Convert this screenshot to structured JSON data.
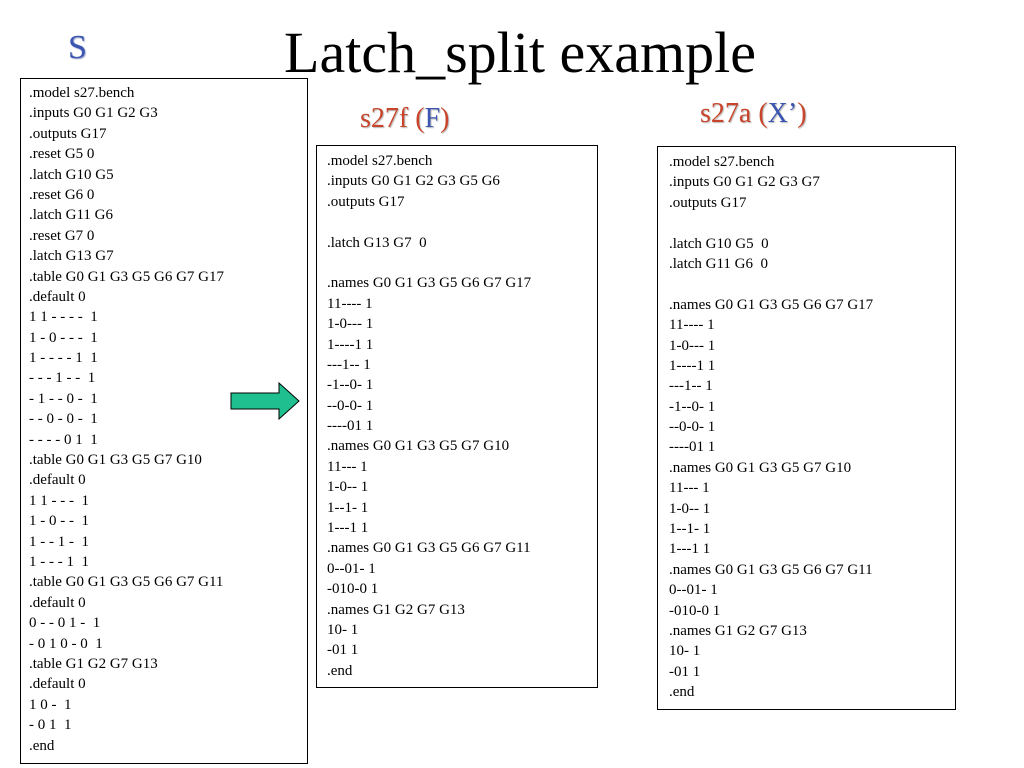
{
  "slide": {
    "title": "Latch_split example",
    "s_label": "S",
    "label_f": {
      "name": "s27f",
      "paren_open": "(",
      "letter": "F",
      "paren_close": ")"
    },
    "label_a": {
      "name": "s27a",
      "paren_open": "(",
      "letter": "X’",
      "paren_close": ")"
    }
  },
  "colors": {
    "label_red": "#c8442a",
    "label_blue": "#3b55b0",
    "arrow_fill": "#1fbf8f"
  },
  "icons": {
    "arrow": "right-arrow-icon"
  },
  "listing_s": [
    ".model s27.bench",
    ".inputs G0 G1 G2 G3",
    ".outputs G17",
    ".reset G5 0",
    ".latch G10 G5",
    ".reset G6 0",
    ".latch G11 G6",
    ".reset G7 0",
    ".latch G13 G7",
    ".table G0 G1 G3 G5 G6 G7 G17",
    ".default 0",
    "1 1 - - - -  1",
    "1 - 0 - - -  1",
    "1 - - - - 1  1",
    "- - - 1 - -  1",
    "- 1 - - 0 -  1",
    "- - 0 - 0 -  1",
    "- - - - 0 1  1",
    ".table G0 G1 G3 G5 G7 G10",
    ".default 0",
    "1 1 - - -  1",
    "1 - 0 - -  1",
    "1 - - 1 -  1",
    "1 - - - 1  1",
    ".table G0 G1 G3 G5 G6 G7 G11",
    ".default 0",
    "0 - - 0 1 -  1",
    "- 0 1 0 - 0  1",
    ".table G1 G2 G7 G13",
    ".default 0",
    "1 0 -  1",
    "- 0 1  1",
    ".end"
  ],
  "listing_f": [
    ".model s27.bench",
    ".inputs G0 G1 G2 G3 G5 G6",
    ".outputs G17",
    "",
    ".latch G13 G7  0",
    "",
    ".names G0 G1 G3 G5 G6 G7 G17",
    "11---- 1",
    "1-0--- 1",
    "1----1 1",
    "---1-- 1",
    "-1--0- 1",
    "--0-0- 1",
    "----01 1",
    ".names G0 G1 G3 G5 G7 G10",
    "11--- 1",
    "1-0-- 1",
    "1--1- 1",
    "1---1 1",
    ".names G0 G1 G3 G5 G6 G7 G11",
    "0--01- 1",
    "-010-0 1",
    ".names G1 G2 G7 G13",
    "10- 1",
    "-01 1",
    ".end"
  ],
  "listing_a": [
    ".model s27.bench",
    ".inputs G0 G1 G2 G3 G7",
    ".outputs G17",
    "",
    ".latch G10 G5  0",
    ".latch G11 G6  0",
    "",
    ".names G0 G1 G3 G5 G6 G7 G17",
    "11---- 1",
    "1-0--- 1",
    "1----1 1",
    "---1-- 1",
    "-1--0- 1",
    "--0-0- 1",
    "----01 1",
    ".names G0 G1 G3 G5 G7 G10",
    "11--- 1",
    "1-0-- 1",
    "1--1- 1",
    "1---1 1",
    ".names G0 G1 G3 G5 G6 G7 G11",
    "0--01- 1",
    "-010-0 1",
    ".names G1 G2 G7 G13",
    "10- 1",
    "-01 1",
    ".end"
  ]
}
